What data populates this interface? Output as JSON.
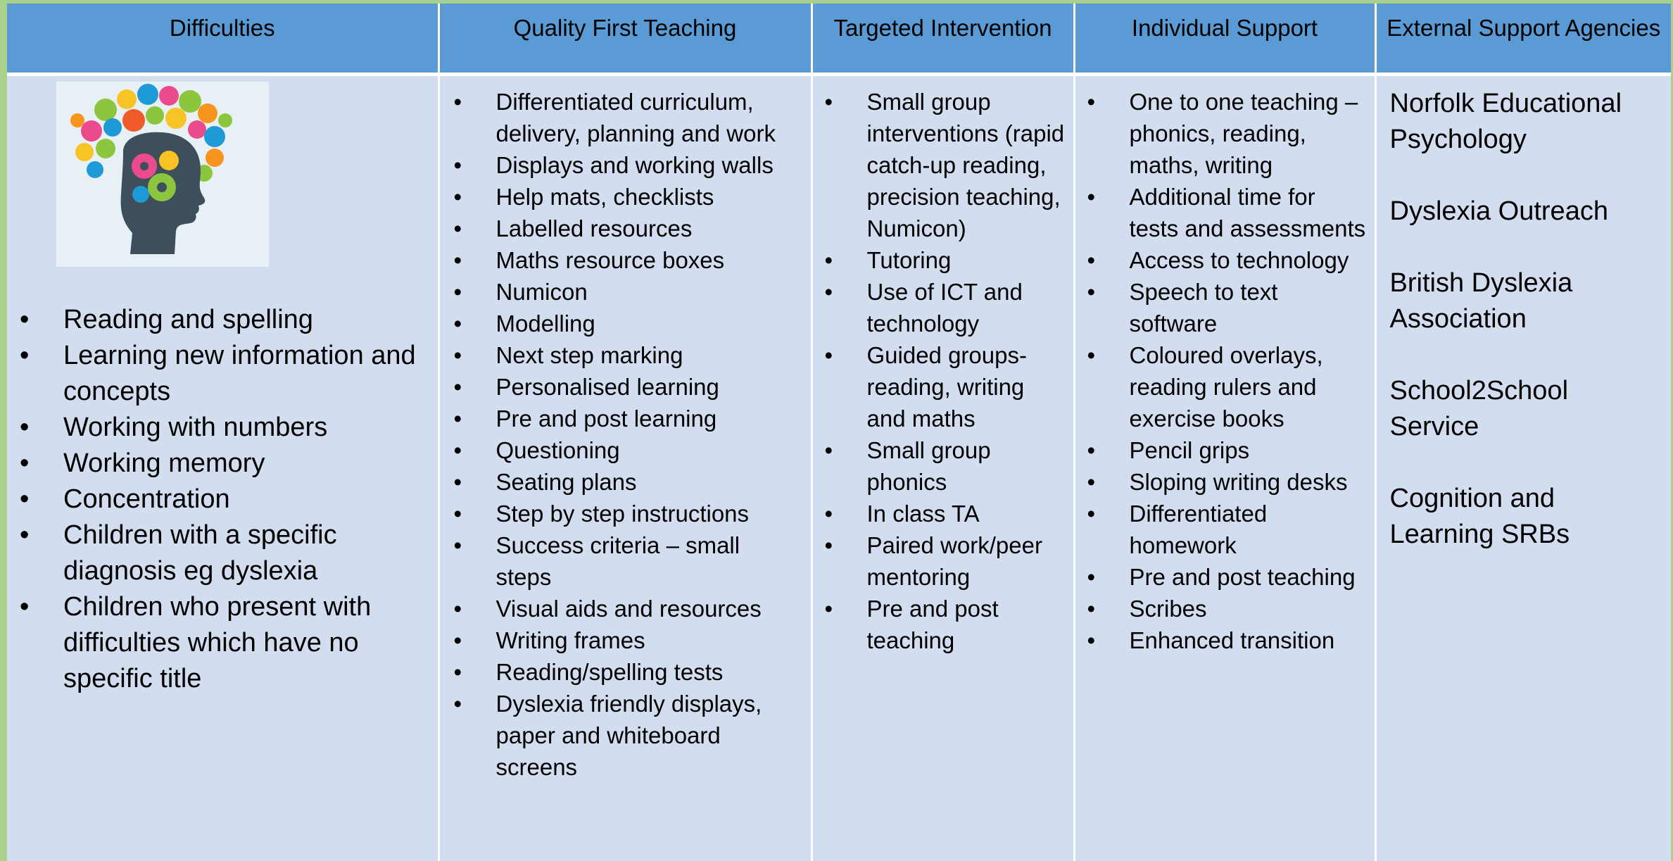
{
  "headers": {
    "difficulties": "Difficulties",
    "quality_first": "Quality First Teaching",
    "targeted": "Targeted Intervention",
    "individual": "Individual Support",
    "external": "External Support Agencies"
  },
  "difficulties": {
    "image_icon": "brain-head-icon",
    "items": [
      "Reading and spelling",
      "Learning new information and concepts",
      "Working with numbers",
      "Working memory",
      "Concentration",
      "Children with a specific diagnosis eg dyslexia",
      "Children who present with difficulties which have no specific title"
    ]
  },
  "quality_first": {
    "items": [
      "Differentiated curriculum, delivery, planning and work",
      "Displays and working walls",
      "Help mats, checklists",
      "Labelled resources",
      "Maths resource boxes",
      "Numicon",
      "Modelling",
      "Next step marking",
      "Personalised learning",
      "Pre and post learning",
      "Questioning",
      "Seating plans",
      "Step by step instructions",
      "Success criteria – small steps",
      "Visual aids and resources",
      "Writing frames",
      "Reading/spelling tests",
      "Dyslexia friendly displays, paper and whiteboard screens"
    ]
  },
  "targeted": {
    "items": [
      "Small group interventions (rapid catch-up reading, precision teaching, Numicon)",
      "Tutoring",
      "Use of ICT and technology",
      "Guided groups- reading, writing and maths",
      "Small group phonics",
      "In class TA",
      "Paired work/peer mentoring",
      "Pre and post teaching"
    ]
  },
  "individual": {
    "items": [
      "One to one teaching – phonics, reading, maths, writing",
      "Additional time for tests and assessments",
      "Access to technology",
      "Speech to text software",
      "Coloured overlays, reading rulers and exercise books",
      "Pencil grips",
      "Sloping writing desks",
      "Differentiated homework",
      "Pre and post teaching",
      "Scribes",
      "Enhanced transition"
    ]
  },
  "external": {
    "items": [
      "Norfolk Educational Psychology",
      "Dyslexia Outreach",
      "British Dyslexia Association",
      "School2School Service",
      "Cognition and Learning SRBs"
    ]
  },
  "colors": {
    "header_bg": "#5b9bd5",
    "cell_bg": "#d2deef",
    "slide_border": "#a9d18e"
  }
}
